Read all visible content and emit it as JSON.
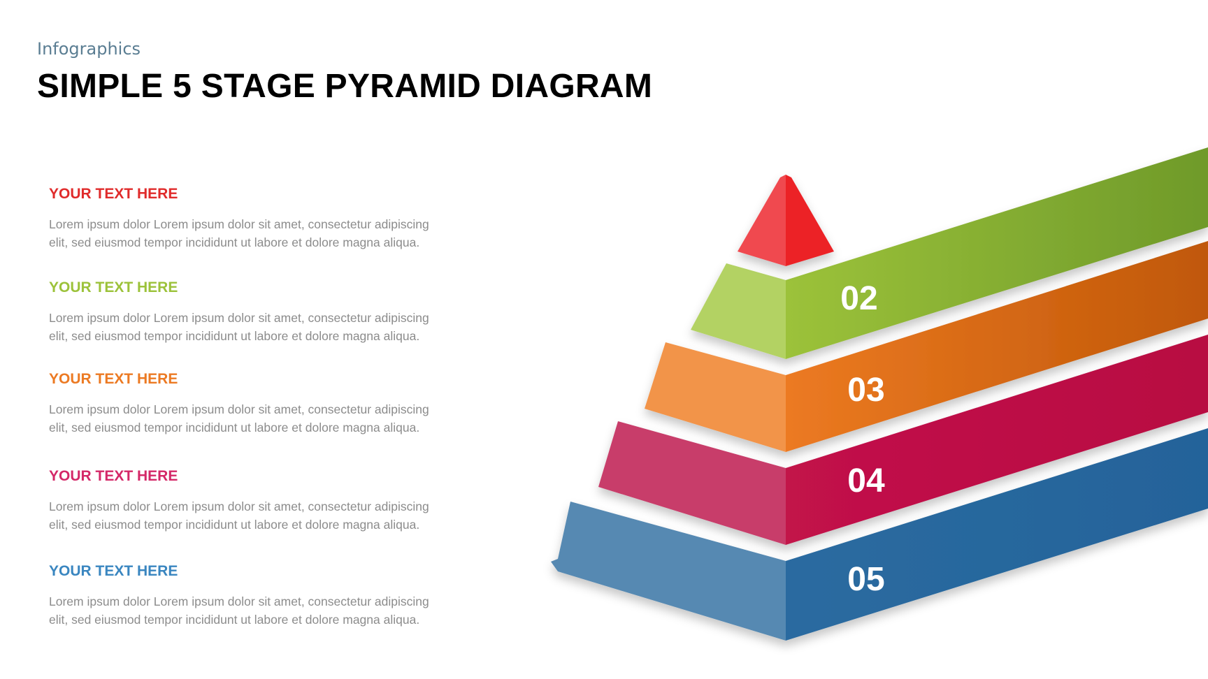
{
  "header": {
    "subtitle": "Infographics",
    "title": "SIMPLE 5 STAGE PYRAMID DIAGRAM"
  },
  "items": [
    {
      "heading": "YOUR TEXT HERE",
      "color": "#e02b2b",
      "body_line1": "Lorem ipsum dolor Lorem ipsum dolor sit amet, consectetur adipiscing",
      "body_line2": "elit, sed eiusmod tempor incididunt ut labore et dolore magna aliqua."
    },
    {
      "heading": "YOUR TEXT HERE",
      "color": "#9cc23a",
      "body_line1": "Lorem ipsum dolor Lorem ipsum dolor sit amet, consectetur adipiscing",
      "body_line2": "elit, sed eiusmod tempor incididunt ut labore et dolore magna aliqua."
    },
    {
      "heading": "YOUR TEXT HERE",
      "color": "#ec7a23",
      "body_line1": "Lorem ipsum dolor Lorem ipsum dolor sit amet, consectetur adipiscing",
      "body_line2": "elit, sed eiusmod tempor incididunt ut labore et dolore magna aliqua."
    },
    {
      "heading": "YOUR TEXT HERE",
      "color": "#d42868",
      "body_line1": "Lorem ipsum dolor Lorem ipsum dolor sit amet, consectetur adipiscing",
      "body_line2": "elit, sed eiusmod tempor incididunt ut labore et dolore magna aliqua."
    },
    {
      "heading": "YOUR TEXT HERE",
      "color": "#3a86c0",
      "body_line1": "Lorem ipsum dolor Lorem ipsum dolor sit amet, consectetur adipiscing",
      "body_line2": "elit, sed eiusmod tempor incididunt ut labore et dolore magna aliqua."
    }
  ],
  "pyramid": {
    "tiers": [
      {
        "number": "",
        "left_color": "#f04a50",
        "right_color": "#ec2227"
      },
      {
        "number": "02",
        "left_color": "#b3d263",
        "right_color": "#96bf34"
      },
      {
        "number": "03",
        "left_color": "#f2944a",
        "right_color": "#e9771f"
      },
      {
        "number": "04",
        "left_color": "#c83d6a",
        "right_color": "#be1048"
      },
      {
        "number": "05",
        "left_color": "#5689b2",
        "right_color": "#2a6a9e"
      }
    ],
    "band_end_colors": {
      "green": "#6f9a2a",
      "orange": "#c05808",
      "magenta": "#b80c42",
      "blue": "#24639a"
    }
  }
}
